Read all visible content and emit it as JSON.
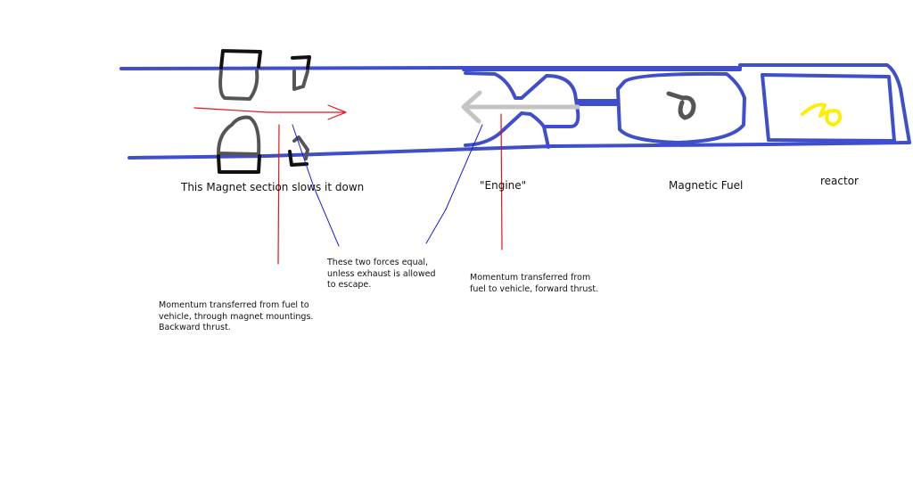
{
  "labels": {
    "magnet_section": "This Magnet section slows it down",
    "engine": "\"Engine\"",
    "magnetic_fuel": "Magnetic Fuel",
    "reactor": "reactor"
  },
  "notes": {
    "backward": "Momentum transferred from fuel to\nvehicle, through magnet mountings.\nBackward thrust.",
    "equal": "These two forces equal,\nunless exhaust is allowed\nto escape.",
    "forward": "Momentum transferred from\nfuel to vehicle, forward thrust."
  },
  "colors": {
    "tube": "#3f4fcc",
    "magnet": "#111111",
    "red_line": "#e8131b",
    "blue_line": "#1a1ad8",
    "exhaust_arrow": "#c4c4c4",
    "reactor_core": "#ffee00"
  }
}
